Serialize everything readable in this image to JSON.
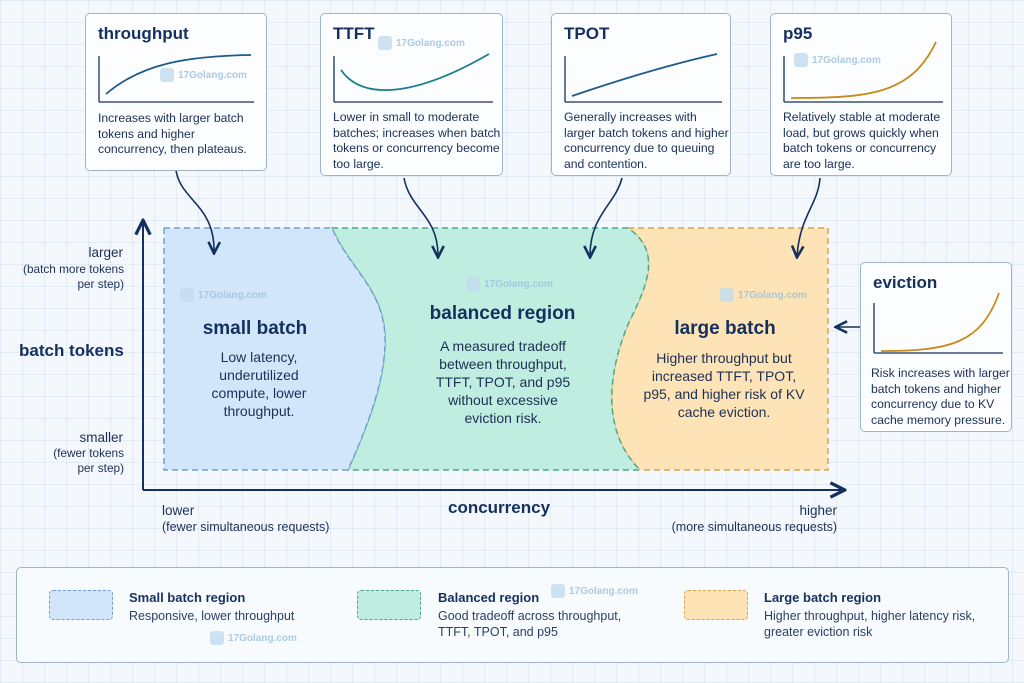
{
  "cards": {
    "throughput": {
      "title": "throughput",
      "desc": "Increases with larger batch tokens and higher concurrency, then plateaus."
    },
    "ttft": {
      "title": "TTFT",
      "desc": "Lower in small to moderate batches; increases when batch tokens or concurrency become too large."
    },
    "tpot": {
      "title": "TPOT",
      "desc": "Generally increases with larger batch tokens and higher concurrency due to queuing and contention."
    },
    "p95": {
      "title": "p95",
      "desc": "Relatively stable at moderate load, but grows quickly when batch tokens or concurrency are too large."
    },
    "eviction": {
      "title": "eviction",
      "desc": "Risk increases with larger batch tokens and higher concurrency due to KV cache memory pressure."
    }
  },
  "regions": {
    "small": {
      "title": "small batch",
      "desc": "Low latency, underutilized compute, lower throughput."
    },
    "balanced": {
      "title": "balanced region",
      "desc": "A measured tradeoff between throughput, TTFT, TPOT, and p95 without excessive eviction risk."
    },
    "large": {
      "title": "large batch",
      "desc": "Higher throughput but increased TTFT, TPOT, p95, and higher risk of KV cache eviction."
    }
  },
  "axes": {
    "y_label": "batch tokens",
    "y_top": "larger",
    "y_top_note": "(batch more tokens per step)",
    "y_bottom": "smaller",
    "y_bottom_note": "(fewer tokens per step)",
    "x_label": "concurrency",
    "x_left": "lower",
    "x_left_note": "(fewer simultaneous requests)",
    "x_right": "higher",
    "x_right_note": "(more simultaneous requests)"
  },
  "legend": {
    "small": {
      "title": "Small batch region",
      "desc": "Responsive, lower throughput"
    },
    "balanced": {
      "title": "Balanced region",
      "desc": "Good tradeoff across throughput, TTFT, TPOT, and p95"
    },
    "large": {
      "title": "Large batch region",
      "desc": "Higher throughput, higher latency risk, greater eviction risk"
    }
  },
  "watermark": "17Golang.com",
  "colors": {
    "small_fill": "#d2e6fb",
    "small_border": "#6f9fd2",
    "balanced_fill": "#bfeee0",
    "balanced_border": "#4aa889",
    "large_fill": "#fde3b6",
    "large_border": "#d6a455",
    "curve_blue": "#1f5a8a",
    "curve_teal": "#1a7e8c",
    "curve_orange": "#c88a1c",
    "navy": "#15305e"
  }
}
